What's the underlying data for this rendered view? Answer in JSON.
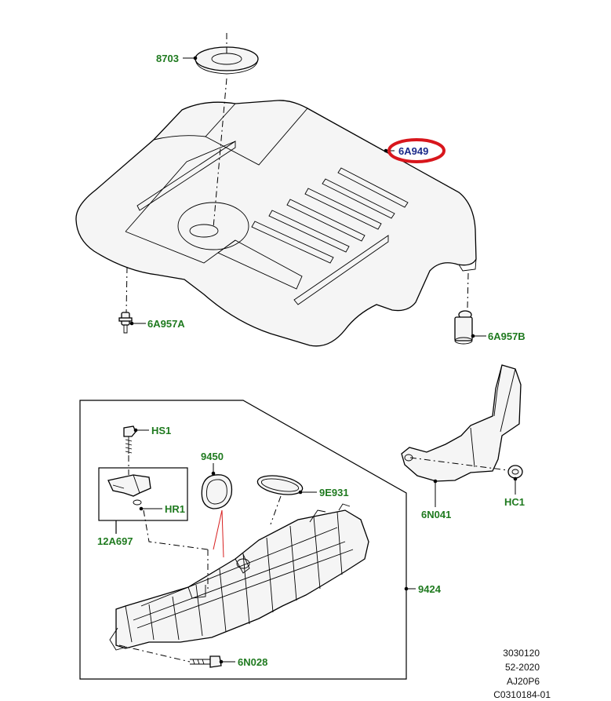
{
  "labels": {
    "p8703": "8703",
    "p6A949": "6A949",
    "p6A957A": "6A957A",
    "p6A957B": "6A957B",
    "pHS1": "HS1",
    "pHR1": "HR1",
    "p12A697": "12A697",
    "p9450": "9450",
    "p9E931": "9E931",
    "p6N041": "6N041",
    "pHC1": "HC1",
    "p9424": "9424",
    "p6N028": "6N028"
  },
  "reference": {
    "line1": "3030120",
    "line2": "52-2020",
    "line3": "AJ20P6",
    "line4": "C0310184-01"
  },
  "colors": {
    "label": "#1f7a1f",
    "highlight_ring": "#d8161c",
    "highlight_text": "#1a2a8a"
  }
}
